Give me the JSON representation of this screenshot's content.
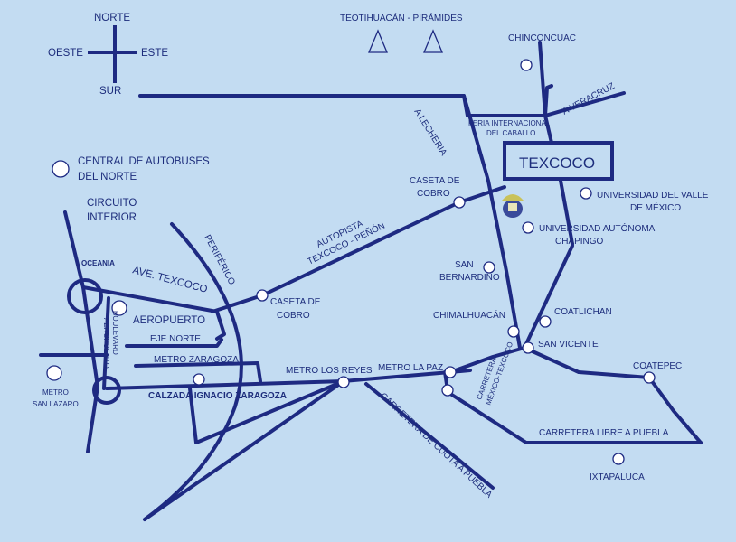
{
  "compass": {
    "north": "NORTE",
    "south": "SUR",
    "west": "OESTE",
    "east": "ESTE"
  },
  "landmarks": {
    "teotihuacan": "TEOTIHUACÁN - PIRÁMIDES"
  },
  "places": {
    "chinconcuac": "CHINCONCUAC",
    "texcoco": "TEXCOCO",
    "feria": "FERIA INTERNACIONAL",
    "caballo": "DEL CABALLO",
    "veracruz": "A VERACRUZ",
    "lecheria": "A LECHERIA",
    "central_1": "CENTRAL DE AUTOBUSES",
    "central_2": "DEL NORTE",
    "circuito_1": "CIRCUITO",
    "circuito_2": "INTERIOR",
    "caseta_norte_1": "CASETA DE",
    "caseta_norte_2": "COBRO",
    "uvm_1": "UNIVERSIDAD DEL VALLE",
    "uvm_2": "DE MÉXICO",
    "chapingo_1": "UNIVERSIDAD AUTÓNOMA",
    "chapingo_2": "CHAPINGO",
    "autopista_1": "AUTOPISTA",
    "autopista_2": "TEXCOCO - PEÑÓN",
    "periferico": "PERIFÉRICO",
    "oceania": "OCEANIA",
    "ave_texcoco": "AVE. TEXCOCO",
    "san_bernardino_1": "SAN",
    "san_bernardino_2": "BERNARDINO",
    "caseta_sur_1": "CASETA DE",
    "caseta_sur_2": "COBRO",
    "aeropuerto": "AEROPUERTO",
    "chimalhuacan": "CHIMALHUACÁN",
    "coatlichan": "COATLICHAN",
    "boulevard_1": "BOULEVARD",
    "boulevard_2": "AEROPUERTO",
    "eje_norte": "EJE NORTE",
    "san_vicente": "SAN VICENTE",
    "metro_zaragoza": "METRO ZARAGOZA",
    "coatepec": "COATEPEC",
    "metro_los_reyes": "METRO LOS REYES",
    "metro_la_paz": "METRO LA PAZ",
    "carretera_mexico_1": "CARRETERA",
    "carretera_mexico_2": "MÉXICO-TEXCOCO",
    "metro_san_lazaro_1": "METRO",
    "metro_san_lazaro_2": "SAN LAZARO",
    "calzada": "CALZADA IGNACIO ZARAGOZA",
    "carretera_cuota": "CARRETERA DE CUOTA A PUEBLA",
    "carretera_libre": "CARRETERA LIBRE A PUEBLA",
    "ixtapaluca": "IXTAPALUCA"
  },
  "colors": {
    "background": "#c3dcf2",
    "road": "#1e2a82",
    "text": "#1d2d7c",
    "node_fill": "#ffffff"
  }
}
